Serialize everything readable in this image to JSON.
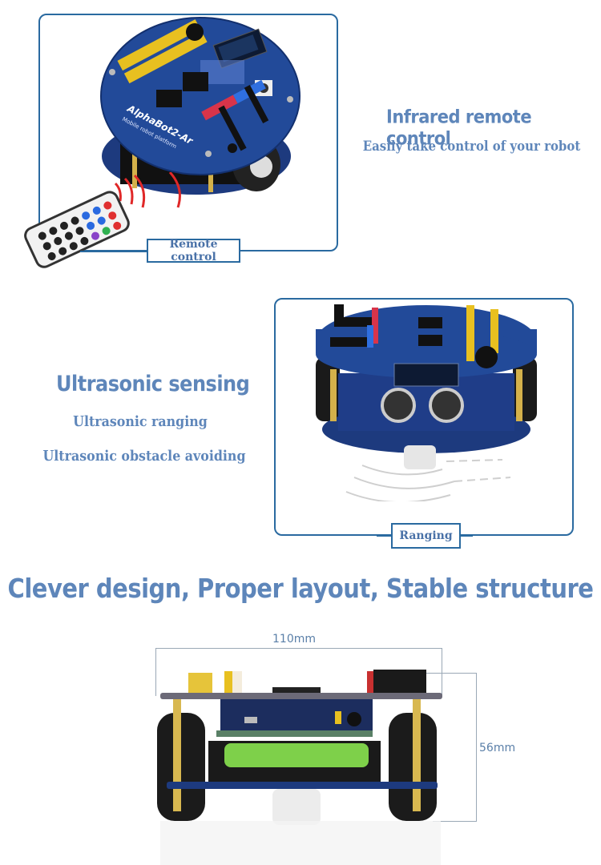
{
  "section1": {
    "title": "Infrared remote control",
    "subtitle": "Easily take control of your robot",
    "caption": "Remote control",
    "board_label": "AlphaBot2-Ar",
    "board_sublabel": "Mobile robot platform"
  },
  "section2": {
    "title": "Ultrasonic sensing",
    "lines": [
      "Ultrasonic ranging",
      "Ultrasonic obstacle avoiding"
    ],
    "caption": "Ranging"
  },
  "section3": {
    "title": "Clever design, Proper layout, Stable structure",
    "width_label": "110mm",
    "height_label": "56mm"
  },
  "colors": {
    "accent": "#2a6aa0",
    "text": "#5e86ba",
    "pcb": "#1f3f8a"
  }
}
